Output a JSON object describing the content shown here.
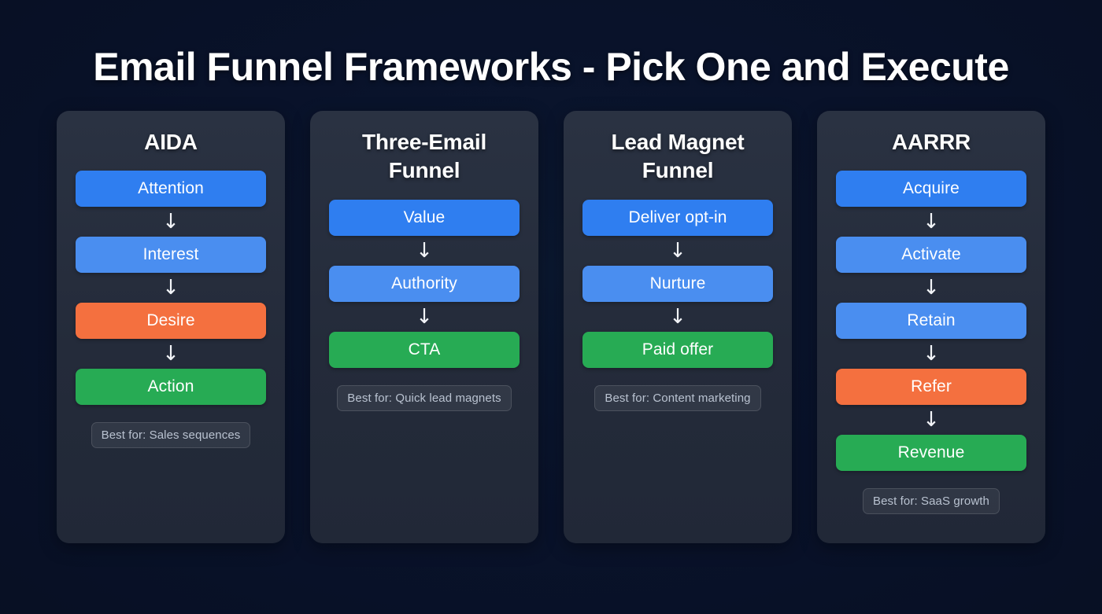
{
  "title": "Email Funnel Frameworks - Pick One and Execute",
  "colors": {
    "background": "#0a1324",
    "card_background": "#242b3a",
    "blue_dark": "#2f7ef0",
    "blue_light": "#4a8ef0",
    "orange": "#f4703f",
    "green": "#27ab54",
    "title_text": "#ffffff",
    "badge_text": "#b9c2d0"
  },
  "arrow_glyph": "↓",
  "cards": [
    {
      "title": "AIDA",
      "steps": [
        {
          "label": "Attention",
          "color": "blue-dark"
        },
        {
          "label": "Interest",
          "color": "blue-light"
        },
        {
          "label": "Desire",
          "color": "orange"
        },
        {
          "label": "Action",
          "color": "green"
        }
      ],
      "badge": "Best for: Sales sequences"
    },
    {
      "title": "Three-Email Funnel",
      "steps": [
        {
          "label": "Value",
          "color": "blue-dark"
        },
        {
          "label": "Authority",
          "color": "blue-light"
        },
        {
          "label": "CTA",
          "color": "green"
        }
      ],
      "badge": "Best for: Quick lead magnets"
    },
    {
      "title": "Lead Magnet Funnel",
      "steps": [
        {
          "label": "Deliver opt-in",
          "color": "blue-dark"
        },
        {
          "label": "Nurture",
          "color": "blue-light"
        },
        {
          "label": "Paid offer",
          "color": "green"
        }
      ],
      "badge": "Best for: Content marketing"
    },
    {
      "title": "AARRR",
      "steps": [
        {
          "label": "Acquire",
          "color": "blue-dark"
        },
        {
          "label": "Activate",
          "color": "blue-light"
        },
        {
          "label": "Retain",
          "color": "blue-light"
        },
        {
          "label": "Refer",
          "color": "orange"
        },
        {
          "label": "Revenue",
          "color": "green"
        }
      ],
      "badge": "Best for: SaaS growth"
    }
  ]
}
